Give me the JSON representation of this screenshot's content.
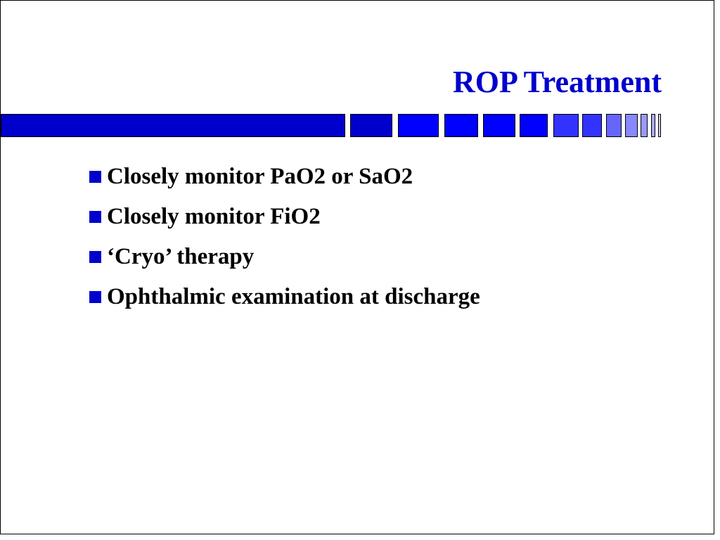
{
  "slide": {
    "title": "ROP Treatment",
    "title_color": "#0000cc",
    "bullet_color": "#0000cc",
    "bullets": [
      "Closely monitor PaO2 or SaO2",
      "Closely monitor FiO2",
      "‘Cryo’ therapy",
      "Ophthalmic examination at discharge"
    ]
  },
  "decor": {
    "bar_colors": [
      "#0000cc",
      "#0000cc",
      "#0000ff",
      "#0000ff",
      "#0000ff",
      "#0000ff",
      "#3333ff",
      "#3333ff",
      "#6666ff",
      "#8888ff",
      "#9999ff",
      "#aaaaff",
      "#ccccff"
    ]
  }
}
